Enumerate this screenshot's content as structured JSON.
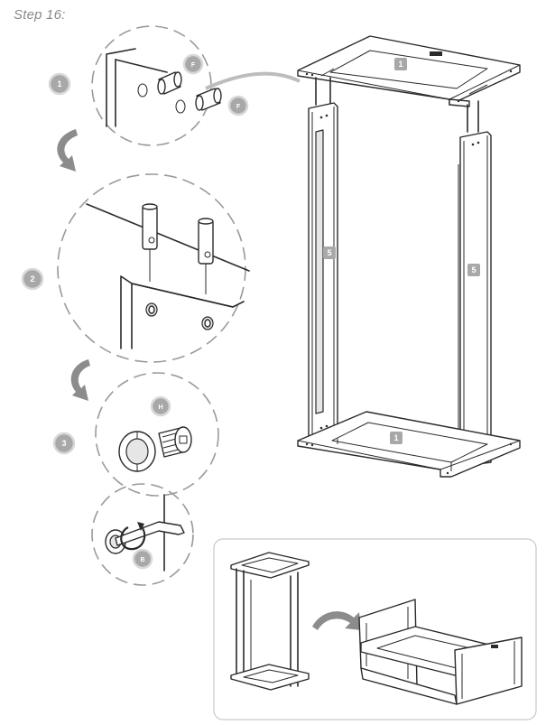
{
  "page": {
    "step_title": "Step 16:"
  },
  "detail_steps": [
    {
      "number": "1"
    },
    {
      "number": "2"
    },
    {
      "number": "3"
    }
  ],
  "part_labels": {
    "dowel": "F",
    "bolt": "H",
    "key": "B",
    "rail": "1",
    "side_panel": "5"
  },
  "icons": [
    "curved-arrow-icon",
    "rotation-arrow-icon",
    "allen-key-icon"
  ]
}
